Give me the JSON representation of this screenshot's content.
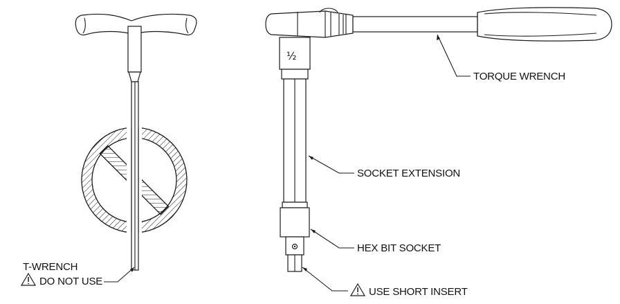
{
  "labels": {
    "t_wrench": "T-WRENCH",
    "t_wrench_warning": "DO NOT USE",
    "torque_wrench": "TORQUE WRENCH",
    "socket_extension": "SOCKET EXTENSION",
    "hex_bit_socket": "HEX BIT SOCKET",
    "insert_warning": "USE SHORT INSERT"
  },
  "socket_size": "½",
  "icons": {
    "warning": "warning-triangle-icon",
    "prohibited": "prohibition-sign-icon"
  },
  "colors": {
    "line": "#1a1a1a",
    "background": "#ffffff"
  }
}
